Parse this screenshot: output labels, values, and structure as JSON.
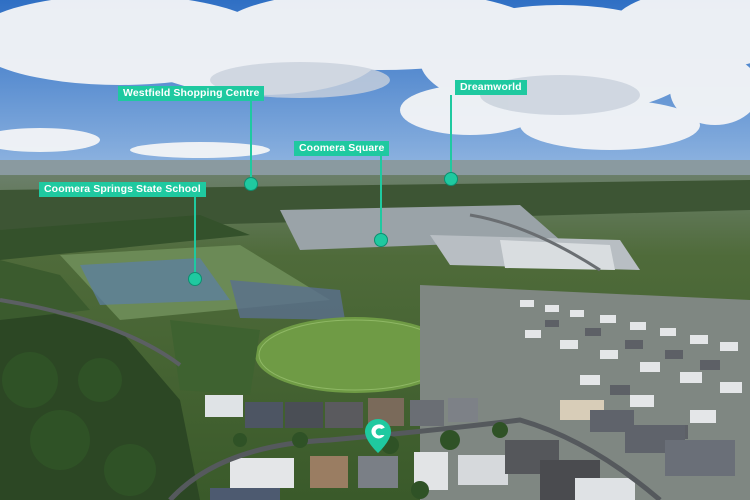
{
  "image": {
    "description_colors": {
      "sky": "#3f7fd0",
      "cloud": "#f2f4f7",
      "grass": "#5e8a3c",
      "oval": "#6f9b45",
      "trees": "#2f4a25",
      "accent": "#1fc9a0"
    }
  },
  "labels": {
    "westfield": "Westfield Shopping Centre",
    "dreamworld": "Dreamworld",
    "coomera_square": "Coomera Square",
    "coomera_springs": "Coomera Springs State School"
  },
  "icons": {
    "property_marker": "location-marker-icon"
  }
}
